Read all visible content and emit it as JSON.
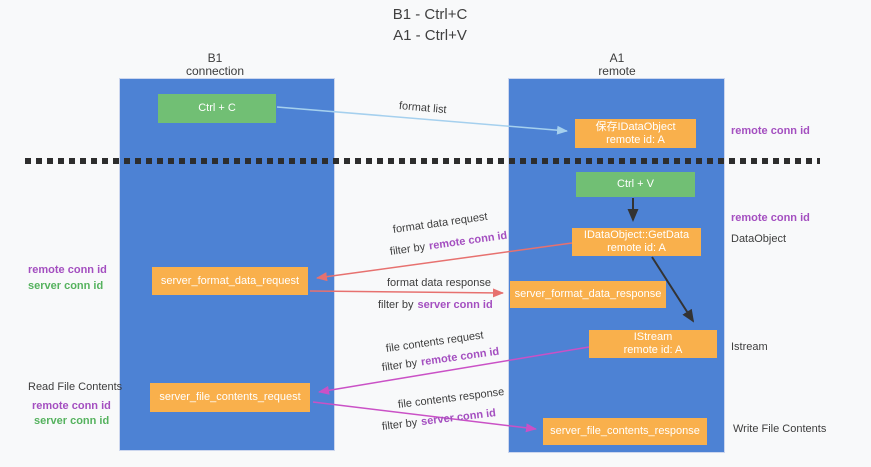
{
  "title": {
    "line1": "B1 - Ctrl+C",
    "line2": "A1 - Ctrl+V"
  },
  "columns": {
    "b1": {
      "name": "B1",
      "role": "connection"
    },
    "a1": {
      "name": "A1",
      "role": "remote"
    }
  },
  "nodes": {
    "ctrl_c": "Ctrl + C",
    "ctrl_v": "Ctrl + V",
    "save_dataobject": {
      "line1": "保存IDataObject",
      "line2": "remote id: A"
    },
    "getdata": {
      "line1": "IDataObject::GetData",
      "line2": "remote id: A"
    },
    "istream": {
      "line1": "IStream",
      "line2": "remote id: A"
    },
    "server_format_data_request": "server_format_data_request",
    "server_format_data_response": "server_format_data_response",
    "server_file_contents_request": "server_file_contents_request",
    "server_file_contents_response": "server_file_contents_response"
  },
  "arrows": {
    "format_list": "format list",
    "format_data_request": "format data request",
    "format_data_response": "format data response",
    "file_contents_request": "file contents request",
    "file_contents_response": "file contents response",
    "filter_by": "filter by",
    "remote_conn_id": "remote conn id",
    "server_conn_id": "server conn id"
  },
  "margin_labels": {
    "left": {
      "remote_conn_id": "remote conn id",
      "server_conn_id": "server conn id",
      "read_file_contents": "Read File Contents",
      "remote_conn_id_bottom": "remote conn id",
      "server_conn_id_bottom": "server conn id"
    },
    "right": {
      "remote_conn_id_top": "remote conn id",
      "remote_conn_id_mid": "remote conn id",
      "dataobject": "DataObject",
      "istream": "Istream",
      "write_file_contents": "Write File Contents"
    }
  },
  "colors": {
    "column_blue": "#4d82d4",
    "node_green": "#71bf74",
    "node_orange": "#f9b04c",
    "arrow_blue": "#a5d0ee",
    "arrow_red": "#e7716f",
    "arrow_magenta": "#ca51c6",
    "arrow_black": "#333333",
    "conn_id_purple": "#a44fc0",
    "conn_id_green": "#55b25e"
  }
}
